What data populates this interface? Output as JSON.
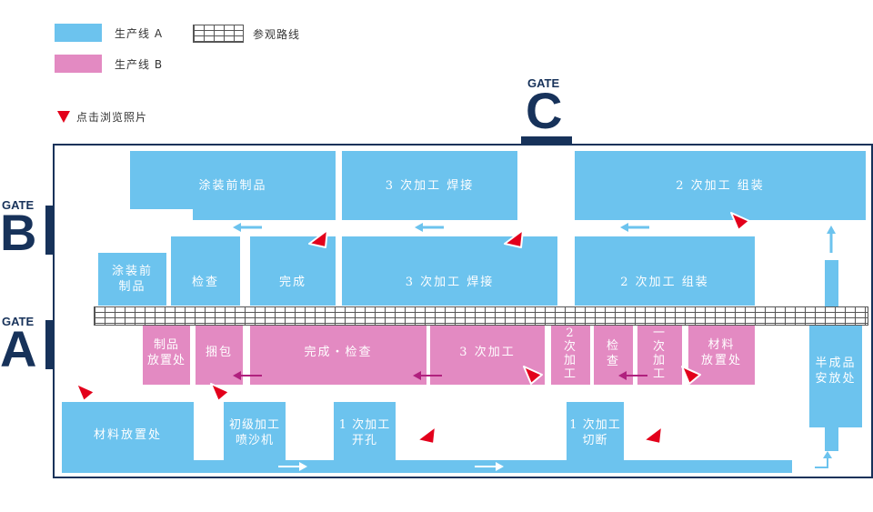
{
  "legend": {
    "line_a": "生产线 A",
    "line_b": "生产线 B",
    "tour_route": "参观路线",
    "photo_hint": "点击浏览照片"
  },
  "gates": {
    "c": {
      "small": "GATE",
      "big": "C"
    },
    "b": {
      "small": "GATE",
      "big": "B"
    },
    "a": {
      "small": "GATE",
      "big": "A"
    }
  },
  "blue_blocks": {
    "pre_coat_top": "涂装前制品",
    "weld3_top": "3 次加工  焊接",
    "assembly2_top": "2 次加工  组装",
    "pre_coat_mid": "涂装前\n制品",
    "inspect": "检查",
    "complete": "完成",
    "weld3_mid": "3 次加工  焊接",
    "assembly2_mid": "2 次加工  组装",
    "material_storage": "材料放置处",
    "initial_process": "初级加工\n喷沙机",
    "drill1": "1 次加工\n开孔",
    "cut1": "1 次加工\n切断",
    "semi_storage": "半成品\n安放处"
  },
  "pink_blocks": {
    "product_storage": "制品\n放置处",
    "packing": "捆包",
    "complete_inspect": "完成・检查",
    "process3": "3 次加工",
    "process2": "2\n次\n加\n工",
    "inspect": "检\n查",
    "process1": "一\n次\n加\n工",
    "material_storage": "材料\n放置处"
  },
  "colors": {
    "line_a": "#6cc3ee",
    "line_b": "#e38ac2",
    "gate": "#17325a",
    "marker": "#e3001b"
  },
  "icons": [
    "photo-marker-icon",
    "flow-arrow-icon"
  ]
}
